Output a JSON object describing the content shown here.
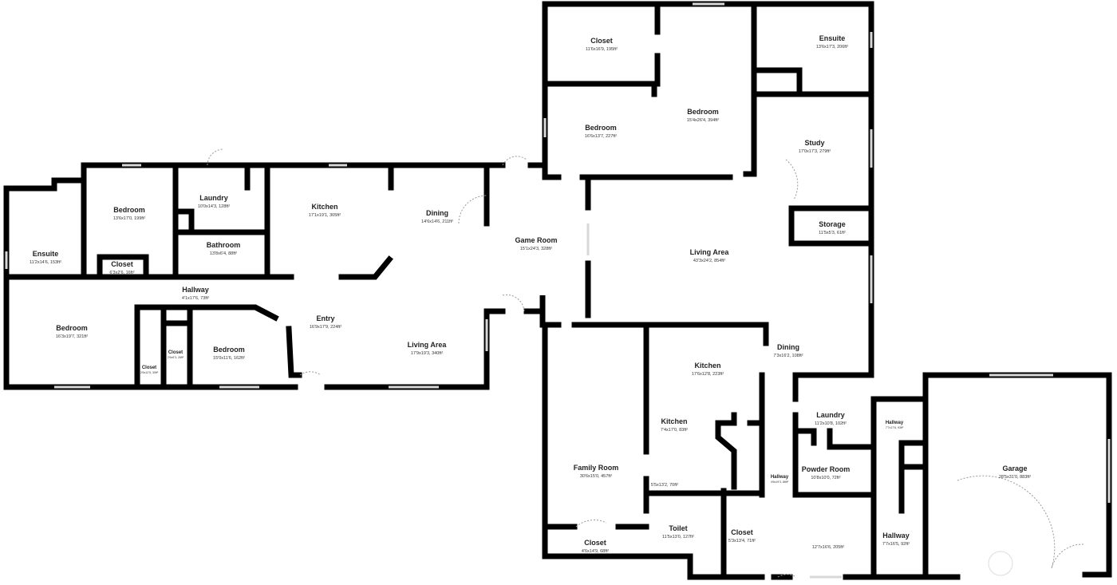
{
  "rooms": [
    {
      "name": "Ensuite",
      "dims": "11'2x14'6, 153ft²"
    },
    {
      "name": "Bedroom",
      "dims": "13'6x17'0, 199ft²"
    },
    {
      "name": "Closet",
      "dims": "6'3x2'6, 16ft²"
    },
    {
      "name": "Laundry",
      "dims": "10'0x14'3, 128ft²"
    },
    {
      "name": "Bathroom",
      "dims": "13'8x6'4, 88ft²"
    },
    {
      "name": "Hallway",
      "dims": "4'1x17'6, 73ft²"
    },
    {
      "name": "Bedroom",
      "dims": "16'3x19'7, 321ft²"
    },
    {
      "name": "Closet",
      "dims": "2'6x12'5, 30ft²"
    },
    {
      "name": "Closet",
      "dims": "2'6x9'3, 26ft²"
    },
    {
      "name": "Bedroom",
      "dims": "15'0x11'6, 162ft²"
    },
    {
      "name": "Kitchen",
      "dims": "17'1x19'1, 305ft²"
    },
    {
      "name": "Dining",
      "dims": "14'6x14'6, 211ft²"
    },
    {
      "name": "Entry",
      "dims": "16'9x17'9, 224ft²"
    },
    {
      "name": "Living Area",
      "dims": "17'9x19'3, 340ft²"
    },
    {
      "name": "Game Room",
      "dims": "15'1x24'3, 328ft²"
    },
    {
      "name": "Closet",
      "dims": "11'6x16'9, 195ft²"
    },
    {
      "name": "Bedroom",
      "dims": "15'4x26'4, 394ft²"
    },
    {
      "name": "Bedroom",
      "dims": "16'6x13'7, 227ft²"
    },
    {
      "name": "Ensuite",
      "dims": "13'6x17'3, 206ft²"
    },
    {
      "name": "Study",
      "dims": "17'0x17'3, 279ft²"
    },
    {
      "name": "Storage",
      "dims": "11'5x5'3, 61ft²"
    },
    {
      "name": "Living Area",
      "dims": "43'3x24'2, 854ft²"
    },
    {
      "name": "Dining",
      "dims": "7'3x16'2, 108ft²"
    },
    {
      "name": "Kitchen",
      "dims": "17'6x12'8, 223ft²"
    },
    {
      "name": "Kitchen",
      "dims": "7'4x17'0, 83ft²"
    },
    {
      "name": "Family Room",
      "dims": "30'6x15'0, 457ft²"
    },
    {
      "name": "",
      "dims": "5'5x13'2, 70ft²"
    },
    {
      "name": "Hallway",
      "dims": "4'6x19'3, 86ft²"
    },
    {
      "name": "Laundry",
      "dims": "11'2x10'8, 102ft²"
    },
    {
      "name": "Powder Room",
      "dims": "10'8x10'0, 72ft²"
    },
    {
      "name": "Toilet",
      "dims": "11'5x13'0, 127ft²"
    },
    {
      "name": "Closet",
      "dims": "5'3x13'4, 71ft²"
    },
    {
      "name": "Closet",
      "dims": "4'6x14'9, 68ft²"
    },
    {
      "name": "",
      "dims": "12'7x16'6, 205ft²"
    },
    {
      "name": "Hallway",
      "dims": "7'7x17'6, 93ft²"
    },
    {
      "name": "Hallway",
      "dims": "7'7x16'5, 92ft²"
    },
    {
      "name": "Garage",
      "dims": "28'5x31'0, 883ft²"
    }
  ]
}
